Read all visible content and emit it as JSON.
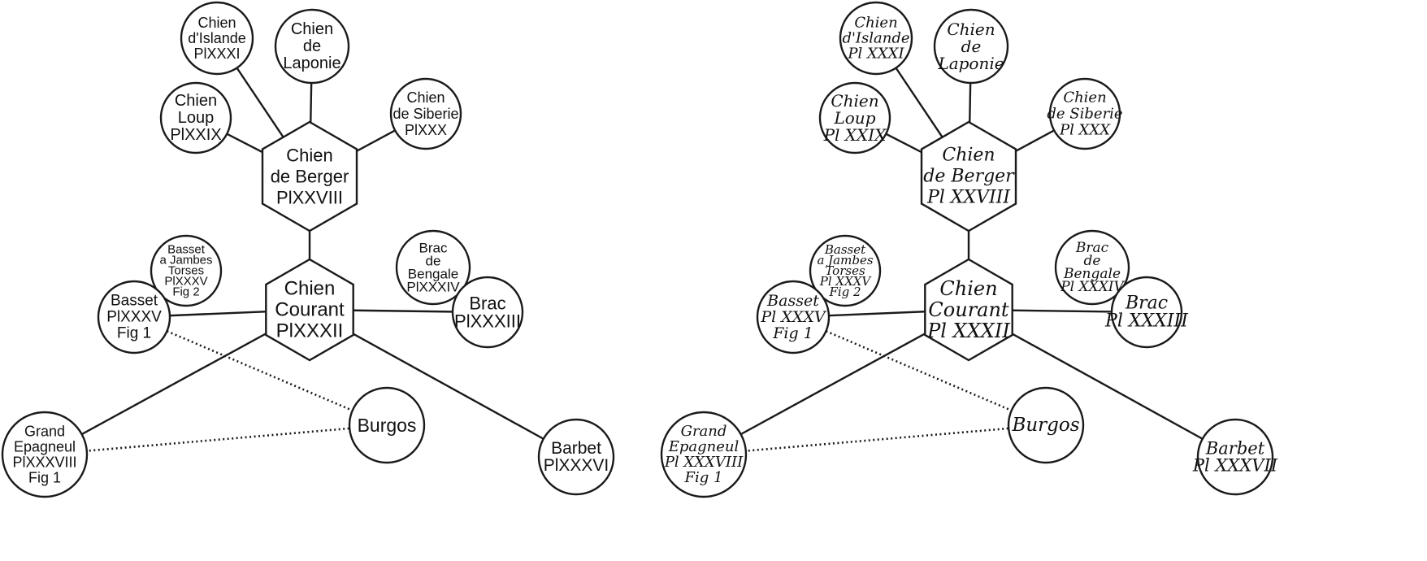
{
  "nodes": {
    "islande": {
      "lines": [
        "Chien",
        "d'Islande",
        "PlXXXI"
      ]
    },
    "laponie": {
      "lines": [
        "Chien",
        "de",
        "Laponie"
      ]
    },
    "loup": {
      "lines": [
        "Chien",
        "Loup",
        "PlXXIX"
      ]
    },
    "siberie": {
      "lines": [
        "Chien",
        "de Siberie",
        "PlXXX"
      ]
    },
    "berger": {
      "lines": [
        "Chien",
        "de Berger",
        "PlXXVIII"
      ]
    },
    "basset2": {
      "lines": [
        "Basset",
        "a Jambes",
        "Torses",
        "PlXXXV",
        "Fig 2"
      ]
    },
    "bengale": {
      "lines": [
        "Brac",
        "de",
        "Bengale",
        "PlXXXIV"
      ]
    },
    "basset1": {
      "lines": [
        "Basset",
        "PlXXXV",
        "Fig 1"
      ]
    },
    "courant": {
      "lines": [
        "Chien",
        "Courant",
        "PlXXXII"
      ]
    },
    "brac": {
      "lines": [
        "Brac",
        "PlXXXIII"
      ]
    },
    "burgos": {
      "lines": [
        "Burgos"
      ]
    },
    "epagneul": {
      "lines": [
        "Grand",
        "Epagneul",
        "PlXXXVIII",
        "Fig 1"
      ]
    },
    "barbet": {
      "lines": [
        "Barbet",
        "PlXXXVI"
      ]
    }
  },
  "right_nodes": {
    "islande": {
      "lines": [
        "Chien",
        "d'Islande",
        "Pl XXXI"
      ]
    },
    "laponie": {
      "lines": [
        "Chien",
        "de",
        "Laponie"
      ]
    },
    "loup": {
      "lines": [
        "Chien",
        "Loup",
        "Pl XXIX"
      ]
    },
    "siberie": {
      "lines": [
        "Chien",
        "de Siberie",
        "Pl XXX"
      ]
    },
    "berger": {
      "lines": [
        "Chien",
        "de Berger",
        "Pl XXVIII"
      ]
    },
    "basset2": {
      "lines": [
        "Basset",
        "a Jambes",
        "Torses",
        "Pl XXXV",
        "Fig 2"
      ]
    },
    "bengale": {
      "lines": [
        "Brac",
        "de",
        "Bengale",
        "Pl XXXIV"
      ]
    },
    "basset1": {
      "lines": [
        "Basset",
        "Pl XXXV",
        "Fig 1"
      ]
    },
    "courant": {
      "lines": [
        "Chien",
        "Courant",
        "Pl XXXII"
      ]
    },
    "brac": {
      "lines": [
        "Brac",
        "Pl XXXIII"
      ]
    },
    "burgos": {
      "lines": [
        "Burgos"
      ]
    },
    "epagneul": {
      "lines": [
        "Grand",
        "Epagneul",
        "Pl XXXVIII",
        "Fig 1"
      ]
    },
    "barbet": {
      "lines": [
        "Barbet",
        "Pl XXXVII"
      ]
    }
  },
  "edges": [
    {
      "from": "berger",
      "to": "islande",
      "style": "solid"
    },
    {
      "from": "berger",
      "to": "laponie",
      "style": "solid"
    },
    {
      "from": "berger",
      "to": "loup",
      "style": "solid"
    },
    {
      "from": "berger",
      "to": "siberie",
      "style": "solid"
    },
    {
      "from": "berger",
      "to": "courant",
      "style": "solid"
    },
    {
      "from": "courant",
      "to": "basset1",
      "style": "solid"
    },
    {
      "from": "courant",
      "to": "brac",
      "style": "solid"
    },
    {
      "from": "courant",
      "to": "epagneul",
      "style": "solid"
    },
    {
      "from": "courant",
      "to": "barbet",
      "style": "solid"
    },
    {
      "from": "basset1",
      "to": "burgos",
      "style": "dotted"
    },
    {
      "from": "epagneul",
      "to": "burgos",
      "style": "dotted"
    }
  ]
}
